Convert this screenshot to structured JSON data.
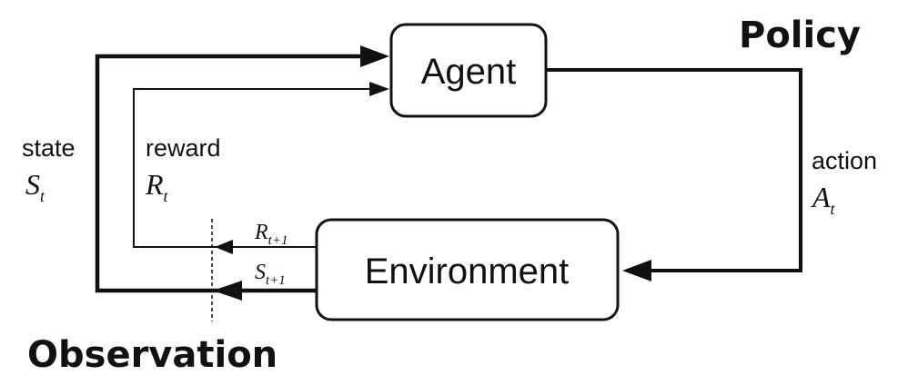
{
  "nodes": {
    "agent": "Agent",
    "environment": "Environment"
  },
  "headings": {
    "policy": "Policy",
    "observation": "Observation"
  },
  "state": {
    "label": "state",
    "symbol": "S",
    "sub": "t"
  },
  "reward": {
    "label": "reward",
    "symbol": "R",
    "sub": "t"
  },
  "action": {
    "label": "action",
    "symbol": "A",
    "sub": "t"
  },
  "next_reward": {
    "symbol": "R",
    "sub": "t+1"
  },
  "next_state": {
    "symbol": "S",
    "sub": "t+1"
  },
  "colors": {
    "stroke": "#111111",
    "background": "#ffffff"
  }
}
